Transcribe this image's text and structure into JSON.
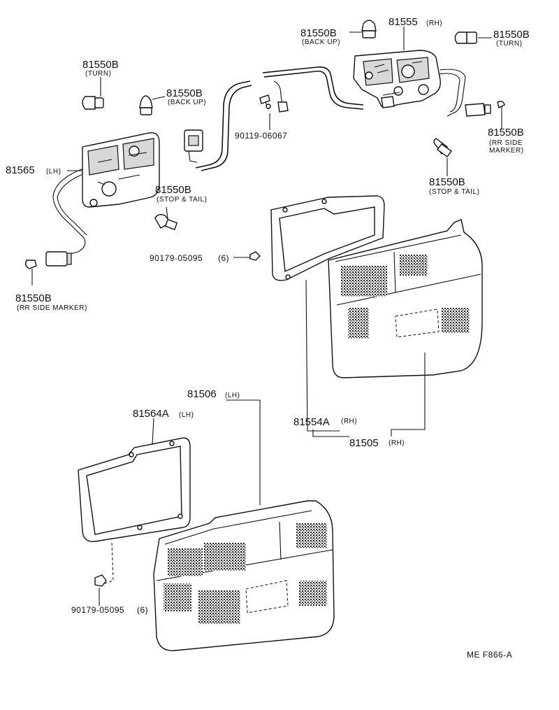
{
  "labels": {
    "l1": {
      "pn": "81550B",
      "sub": "(BACK UP)"
    },
    "l2": {
      "pn": "81555",
      "sub": "(RH)"
    },
    "l3": {
      "pn": "81550B",
      "sub": "(TURN)"
    },
    "l4": {
      "pn": "81550B",
      "sub": "(TURN)"
    },
    "l5": {
      "pn": "81550B",
      "sub": "(BACK UP)"
    },
    "l6": {
      "pn": "90119-06067"
    },
    "l7": {
      "pn": "81550B",
      "sub1": "(RR SIDE",
      "sub2": "MARKER)"
    },
    "l8": {
      "pn": "81565",
      "sub": "(LH)"
    },
    "l9": {
      "pn": "81550B",
      "sub": "(STOP & TAIL)"
    },
    "l10": {
      "pn": "81550B",
      "sub": "(STOP & TAIL)"
    },
    "l11": {
      "pn": "90179-05095",
      "sub": "(6)"
    },
    "l12": {
      "pn": "81550B",
      "sub": "(RR SIDE MARKER)"
    },
    "l13": {
      "pn": "81506",
      "sub": "(LH)"
    },
    "l14": {
      "pn": "81564A",
      "sub": "(LH)"
    },
    "l15": {
      "pn": "81554A",
      "sub": "(RH)"
    },
    "l16": {
      "pn": "81505",
      "sub": "(RH)"
    },
    "l17": {
      "pn": "90179-05095",
      "sub": "(6)"
    }
  },
  "figure_code": "ME  F866-A"
}
